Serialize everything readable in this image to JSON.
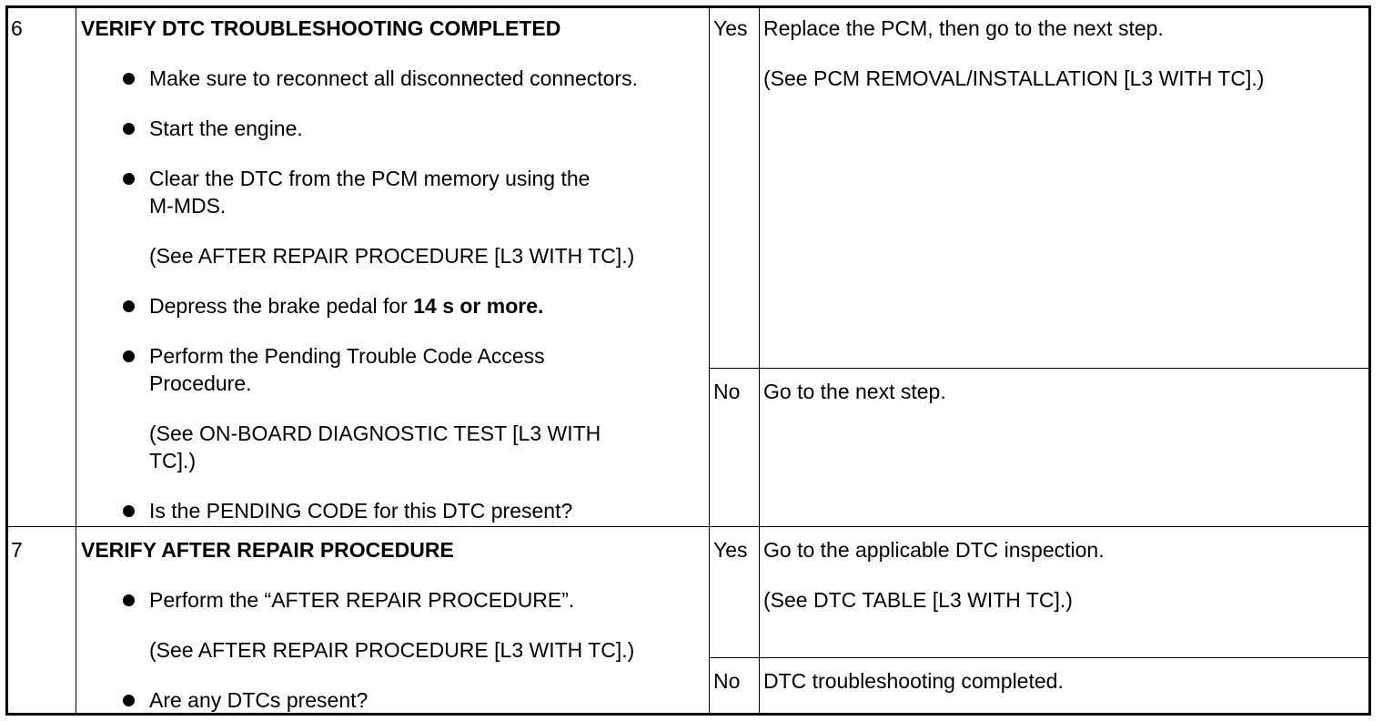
{
  "steps": [
    {
      "number": "6",
      "title": "VERIFY DTC TROUBLESHOOTING COMPLETED",
      "items": [
        {
          "lines": [
            "Make sure to reconnect all disconnected connectors."
          ]
        },
        {
          "lines": [
            "Start the engine."
          ]
        },
        {
          "lines": [
            "Clear the DTC from the PCM memory using the",
            "M-MDS."
          ],
          "note": "(See AFTER REPAIR PROCEDURE [L3 WITH TC].)"
        },
        {
          "text": "Depress the brake pedal for ",
          "bold": "14 s or more."
        },
        {
          "lines": [
            "Perform the Pending Trouble Code Access",
            "Procedure."
          ],
          "note_lines": [
            "(See ON-BOARD DIAGNOSTIC TEST [L3 WITH",
            "TC].)"
          ]
        },
        {
          "lines": [
            "Is the PENDING CODE for this DTC present?"
          ]
        }
      ],
      "yes": {
        "label": "Yes",
        "action": "Replace the PCM, then go to the next step.",
        "note": "(See PCM REMOVAL/INSTALLATION [L3 WITH TC].)"
      },
      "no": {
        "label": "No",
        "action": "Go to the next step."
      }
    },
    {
      "number": "7",
      "title": "VERIFY AFTER REPAIR PROCEDURE",
      "items": [
        {
          "lines": [
            "Perform the “AFTER REPAIR PROCEDURE”."
          ],
          "note": "(See AFTER REPAIR PROCEDURE [L3 WITH TC].)"
        },
        {
          "lines": [
            "Are any DTCs present?"
          ]
        }
      ],
      "yes": {
        "label": "Yes",
        "action": "Go to the applicable DTC inspection.",
        "note": "(See DTC TABLE [L3 WITH TC].)"
      },
      "no": {
        "label": "No",
        "action": "DTC troubleshooting completed."
      }
    }
  ]
}
